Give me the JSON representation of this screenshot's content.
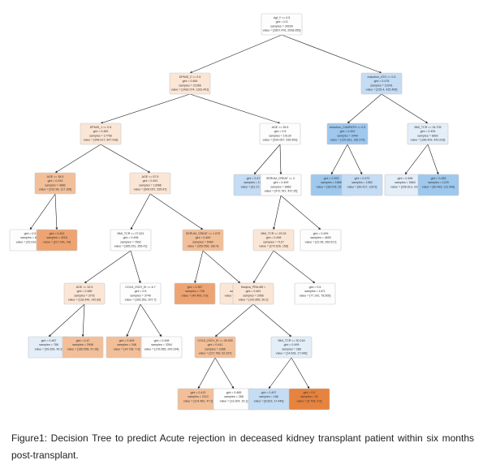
{
  "palette": {
    "class0_strong": "#e8935a",
    "class0_light": "#fbeadc",
    "class1_strong": "#6fb0e8",
    "class1_light": "#e6f1fb",
    "edge": "#222222",
    "node_border": "#c8c8c8"
  },
  "tree": {
    "nodes": [
      {
        "id": "n0",
        "lines": [
          "dgf_Y <= 0.5",
          "gini = 0.5",
          "samples = 34299",
          "value = [2607.476, 2008.955]"
        ],
        "tone": "white"
      },
      {
        "id": "n1",
        "lines": [
          "DPMIS_2 <= 0.5",
          "gini = 0.484",
          "samples = 21966",
          "value = [1482.074, 1163.491]"
        ],
        "tone": "o1"
      },
      {
        "id": "n2",
        "lines": [
          "induction_ATG <= 0.5",
          "gini = 0.478",
          "samples = 10341",
          "value = [225.4, 425.465]"
        ],
        "tone": "b2"
      },
      {
        "id": "n3",
        "lines": [
          "DPMIS_1 <= 0.5",
          "gini = 0.482",
          "samples = 17766",
          "value = [948.017, 847.038]"
        ],
        "tone": "o1"
      },
      {
        "id": "n4",
        "lines": [
          "AGE <= 35.5",
          "gini = 0.5",
          "samples = 10130",
          "value = [534.057, 535.553]"
        ],
        "tone": "white"
      },
      {
        "id": "n5",
        "lines": [
          "induction_CAMPATH <= 0.5",
          "gini = 0.452",
          "samples = 3449",
          "value = [109.381, 185.379]"
        ],
        "tone": "b3"
      },
      {
        "id": "n6",
        "lines": [
          "BMI_TCR <= 34.705",
          "gini = 0.494",
          "samples = 6892",
          "value = [186.409, 443.518]"
        ],
        "tone": "b1"
      },
      {
        "id": "n7",
        "lines": [
          "AGE <= 38.5",
          "gini = 0.433",
          "samples = 4882",
          "value = [232.96, 117.165]"
        ],
        "tone": "o2"
      },
      {
        "id": "n8",
        "lines": [
          "AGE <= 57.5",
          "gini = 0.491",
          "samples = 13086",
          "value = [606.057, 535.87]"
        ],
        "tone": "o1"
      },
      {
        "id": "n9",
        "lines": [
          "gini = 0.473",
          "samples = 1388",
          "value = [61.27, 98.2]"
        ],
        "tone": "b2"
      },
      {
        "id": "n10",
        "lines": [
          "SERUM_CREAT <= 2.",
          "gini = 0.499",
          "samples = 8862",
          "value = [472.787, 437.35]"
        ],
        "tone": "white"
      },
      {
        "id": "n11",
        "lines": [
          "gini = 0.393",
          "samples = 1866",
          "value = [38.578, 253.5]"
        ],
        "tone": "b3"
      },
      {
        "id": "n12",
        "lines": [
          "gini = 0.473",
          "samples = 1583",
          "value = [60.417, 128.5]"
        ],
        "tone": "b2"
      },
      {
        "id": "n13",
        "lines": [
          "gini = 0.498",
          "samples = 5663",
          "value = [206.613, 331]"
        ],
        "tone": "b1"
      },
      {
        "id": "n14",
        "lines": [
          "gini = 0.455",
          "samples = 1229",
          "value = [60.483, 112.596]"
        ],
        "tone": "b3"
      },
      {
        "id": "n15",
        "lines": [
          "gini = 0.5",
          "samples = 866",
          "value = [20.019, 22.5]"
        ],
        "tone": "white"
      },
      {
        "id": "n16",
        "lines": [
          "gini = 0.402",
          "samples = 4016",
          "value = [217.941, 94]"
        ],
        "tone": "o3"
      },
      {
        "id": "n17",
        "lines": [
          "BMI_TCR <= 27.621",
          "gini = 0.498",
          "samples = 7602",
          "value = [365.251, 356.41]"
        ],
        "tone": "white"
      },
      {
        "id": "n18",
        "lines": [
          "SERUM_CREAT <= 1.075",
          "gini = 0.469",
          "samples = 5484",
          "value = [359.556, 180.4]"
        ],
        "tone": "o2"
      },
      {
        "id": "n19",
        "lines": [
          "BMI_TCR <= 29.33",
          "gini = 0.498",
          "samples = 7127",
          "value = [270.626, 158]"
        ],
        "tone": "o1"
      },
      {
        "id": "n20",
        "lines": [
          "gini = 0.499",
          "samples = 4653",
          "value = [22.95, 260.517]"
        ],
        "tone": "white"
      },
      {
        "id": "n21",
        "lines": [
          "AGE <= 32.5",
          "gini = 0.486",
          "samples = 3702",
          "value = [118.949, 142.82]"
        ],
        "tone": "o1"
      },
      {
        "id": "n22",
        "lines": [
          "COLD_ISCH_KI <= 6.7",
          "gini = 0.5",
          "samples = 3740",
          "value = [165.353, 207.7]"
        ],
        "tone": "white"
      },
      {
        "id": "n23",
        "lines": [
          "gini = 0.357",
          "samples = 738",
          "value = [49.495, 9.6]"
        ],
        "tone": "o3"
      },
      {
        "id": "n24",
        "lines": [
          "gini = 0.479",
          "samples = 4656",
          "value = [259.455, 170.7]"
        ],
        "tone": "o1"
      },
      {
        "id": "n25",
        "lines": [
          "fhxdpra_PRA>85 <",
          "gini = 0.461",
          "samples = 2956",
          "value = [142.855, 90.2]"
        ],
        "tone": "o1"
      },
      {
        "id": "n26",
        "lines": [
          "gini = 0.5",
          "samples = 1471",
          "value = [77.142, 78.505]"
        ],
        "tone": "white"
      },
      {
        "id": "n27",
        "lines": [
          "gini = 0.487",
          "samples = 788",
          "value = [99.269, 45.3]"
        ],
        "tone": "b1"
      },
      {
        "id": "n28",
        "lines": [
          "gini = 0.47",
          "samples = 2908",
          "value = [180.558, 97.28]"
        ],
        "tone": "o2"
      },
      {
        "id": "n29",
        "lines": [
          "gini = 0.409",
          "samples = 348",
          "value = [14.738, 7.9]"
        ],
        "tone": "o2"
      },
      {
        "id": "n30",
        "lines": [
          "gini = 0.498",
          "samples = 3394",
          "value = [176.565, 200.294]"
        ],
        "tone": "white"
      },
      {
        "id": "n31",
        "lines": [
          "COLD_ISCH_KI <= 26.925",
          "gini = 0.441",
          "samples = 2386",
          "value = [127.769, 62.337]"
        ],
        "tone": "o2"
      },
      {
        "id": "n32",
        "lines": [
          "BMI_TCR <= 30.218",
          "gini = 0.499",
          "samples = 288",
          "value = [14.628, 17.948]"
        ],
        "tone": "b1"
      },
      {
        "id": "n33",
        "lines": [
          "gini = 0.413",
          "samples = 2110",
          "value = [114.462, 47.2]"
        ],
        "tone": "o2"
      },
      {
        "id": "n34",
        "lines": [
          "gini = 0.485",
          "samples = 268",
          "value = [13.304, 15.1]"
        ],
        "tone": "white"
      },
      {
        "id": "n35",
        "lines": [
          "gini = 0.497",
          "samples = 186",
          "value = [8.823, 17.446]"
        ],
        "tone": "b2"
      },
      {
        "id": "n36",
        "lines": [
          "gini = 0.0",
          "samples = 32",
          "value = [5.706, 0.0]"
        ],
        "tone": "o4"
      }
    ],
    "edges": [
      [
        "n0",
        "n1"
      ],
      [
        "n0",
        "n2"
      ],
      [
        "n1",
        "n3"
      ],
      [
        "n1",
        "n4"
      ],
      [
        "n2",
        "n5"
      ],
      [
        "n2",
        "n6"
      ],
      [
        "n3",
        "n7"
      ],
      [
        "n3",
        "n8"
      ],
      [
        "n4",
        "n9"
      ],
      [
        "n4",
        "n10"
      ],
      [
        "n5",
        "n11"
      ],
      [
        "n5",
        "n12"
      ],
      [
        "n6",
        "n13"
      ],
      [
        "n6",
        "n14"
      ],
      [
        "n7",
        "n15"
      ],
      [
        "n7",
        "n16"
      ],
      [
        "n8",
        "n17"
      ],
      [
        "n8",
        "n18"
      ],
      [
        "n10",
        "n19"
      ],
      [
        "n10",
        "n20"
      ],
      [
        "n17",
        "n21"
      ],
      [
        "n17",
        "n22"
      ],
      [
        "n18",
        "n23"
      ],
      [
        "n18",
        "n24"
      ],
      [
        "n19",
        "n25"
      ],
      [
        "n19",
        "n26"
      ],
      [
        "n21",
        "n27"
      ],
      [
        "n21",
        "n28"
      ],
      [
        "n22",
        "n29"
      ],
      [
        "n22",
        "n30"
      ],
      [
        "n25",
        "n31"
      ],
      [
        "n25",
        "n32"
      ],
      [
        "n31",
        "n33"
      ],
      [
        "n31",
        "n34"
      ],
      [
        "n32",
        "n35"
      ],
      [
        "n32",
        "n36"
      ]
    ]
  },
  "caption": "Figure1: Decision Tree to predict Acute rejection in deceased kidney transplant patient within six months post-transplant."
}
